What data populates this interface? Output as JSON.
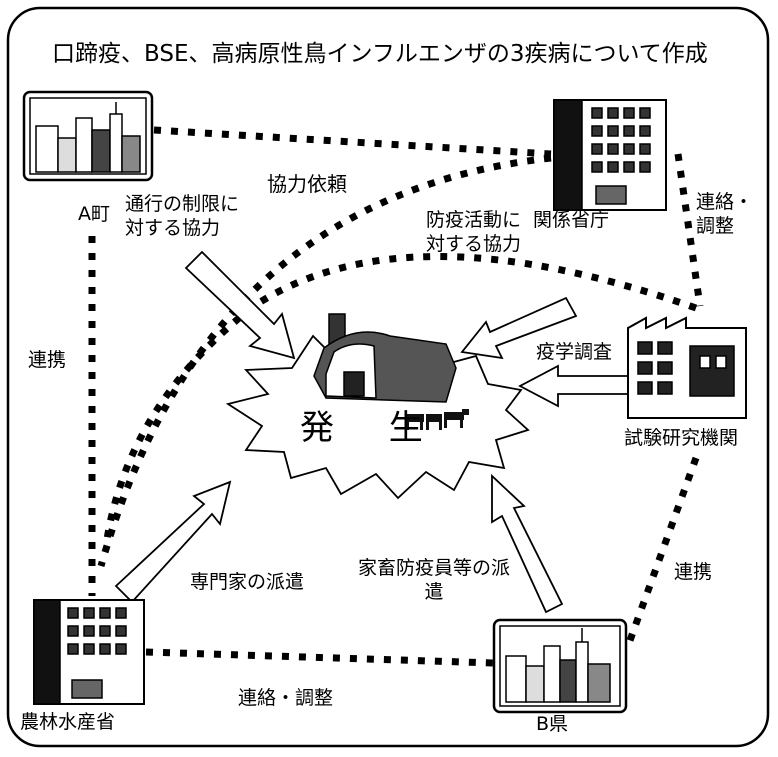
{
  "title": "口蹄疫、BSE、高病原性鳥インフルエンザの3疾病について作成",
  "center": {
    "label": "発 生"
  },
  "nodes": {
    "a_town": "A町",
    "ministry": "関係省庁",
    "institute": "試験研究機関",
    "maff": "農林水産省",
    "b_pref": "B県"
  },
  "links": {
    "cooperation_request": "協力依頼",
    "traffic_restriction": "通行の制限に対する協力",
    "epidemic_prevention": "防疫活動に対する協力",
    "liaison_top": "連絡・調整",
    "coordination_left": "連携",
    "epidemiology": "疫学調査",
    "expert_dispatch": "専門家の派遣",
    "officer_dispatch": "家畜防疫員等の派遣",
    "coordination_right": "連携",
    "liaison_bottom": "連絡・調整"
  }
}
